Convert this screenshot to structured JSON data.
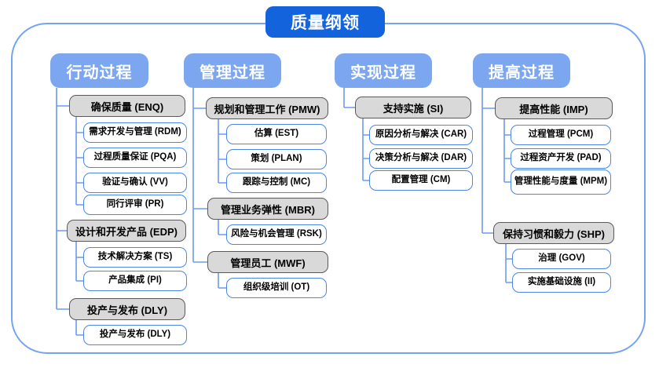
{
  "title": "质量纲领",
  "palette": {
    "title_bg": "#1263DC",
    "title_text": "#FFFFFF",
    "header_bg": "#7CA6F0",
    "header_text": "#FFFFFF",
    "gray_box_bg": "#D9D9D9",
    "gray_box_border": "#595959",
    "white_box_bg": "#FFFFFF",
    "white_box_border": "#4C86E8",
    "connector": "#6C9BEE",
    "frame_border": "#74A3F3",
    "node_text": "#000000"
  },
  "columns": [
    {
      "header": "行动过程",
      "groups": [
        {
          "label": "确保质量 (ENQ)",
          "children": [
            "需求开发与管理 (RDM)",
            "过程质量保证 (PQA)",
            "验证与确认 (VV)",
            "同行评审 (PR)"
          ]
        },
        {
          "label": "设计和开发产品 (EDP)",
          "children": [
            "技术解决方案 (TS)",
            "产品集成 (PI)"
          ]
        },
        {
          "label": "投产与发布 (DLY)",
          "children": [
            "投产与发布 (DLY)"
          ]
        }
      ]
    },
    {
      "header": "管理过程",
      "groups": [
        {
          "label": "规划和管理工作 (PMW)",
          "children": [
            "估算 (EST)",
            "策划 (PLAN)",
            "跟踪与控制 (MC)"
          ]
        },
        {
          "label": "管理业务弹性 (MBR)",
          "children": [
            "风险与机会管理 (RSK)"
          ]
        },
        {
          "label": "管理员工 (MWF)",
          "children": [
            "组织级培训 (OT)"
          ]
        }
      ]
    },
    {
      "header": "实现过程",
      "groups": [
        {
          "label": "支持实施 (SI)",
          "children": [
            "原因分析与解决 (CAR)",
            "决策分析与解决 (DAR)",
            "配置管理 (CM)"
          ]
        }
      ]
    },
    {
      "header": "提高过程",
      "groups": [
        {
          "label": "提高性能 (IMP)",
          "children": [
            "过程管理 (PCM)",
            "过程资产开发 (PAD)",
            "管理性能与度量 (MPM)"
          ]
        },
        {
          "label": "保持习惯和毅力 (SHP)",
          "children": [
            "治理 (GOV)",
            "实施基础设施 (II)"
          ]
        }
      ]
    }
  ]
}
